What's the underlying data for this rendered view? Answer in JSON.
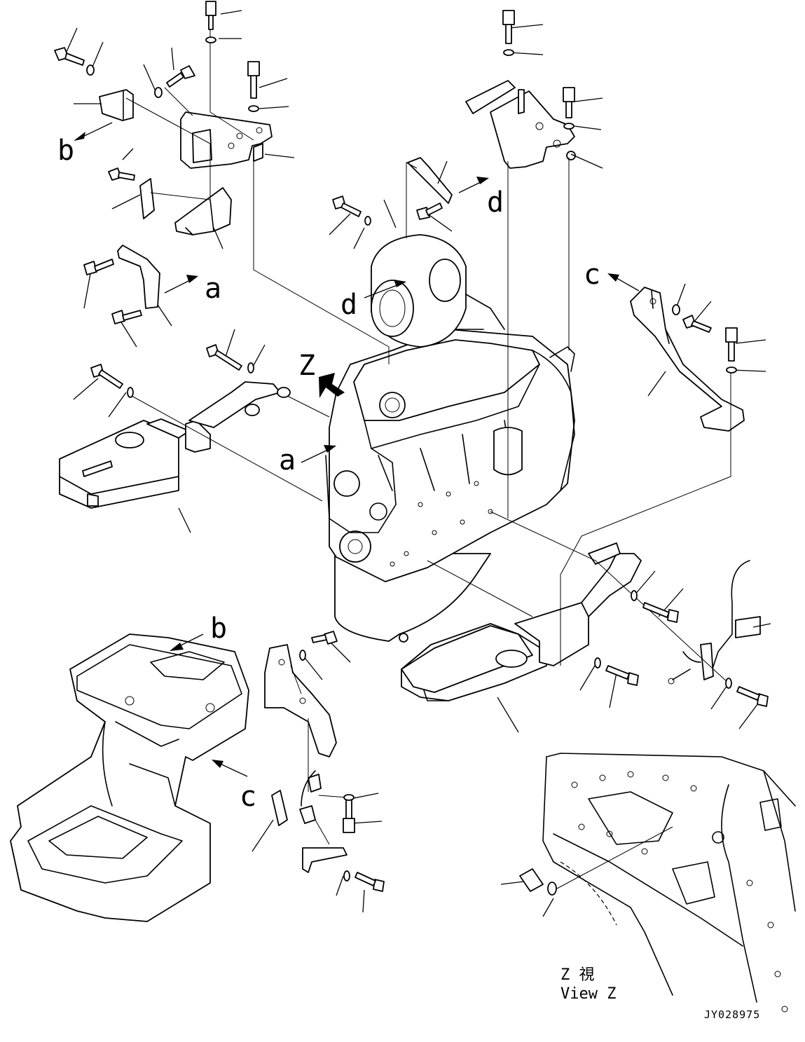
{
  "labels": {
    "a_upper": "a",
    "a_lower": "a",
    "b_upper": "b",
    "b_lower": "b",
    "c_upper": "c",
    "c_lower": "c",
    "d_upper": "d",
    "d_lower": "d",
    "z_marker": "Z"
  },
  "view": {
    "title_jp": "Z 視",
    "title_en": "View Z"
  },
  "drawing_number": "JY028975",
  "icons": [
    "bolt-icon",
    "washer-icon",
    "arrow-icon",
    "engine-icon",
    "bracket-icon"
  ]
}
